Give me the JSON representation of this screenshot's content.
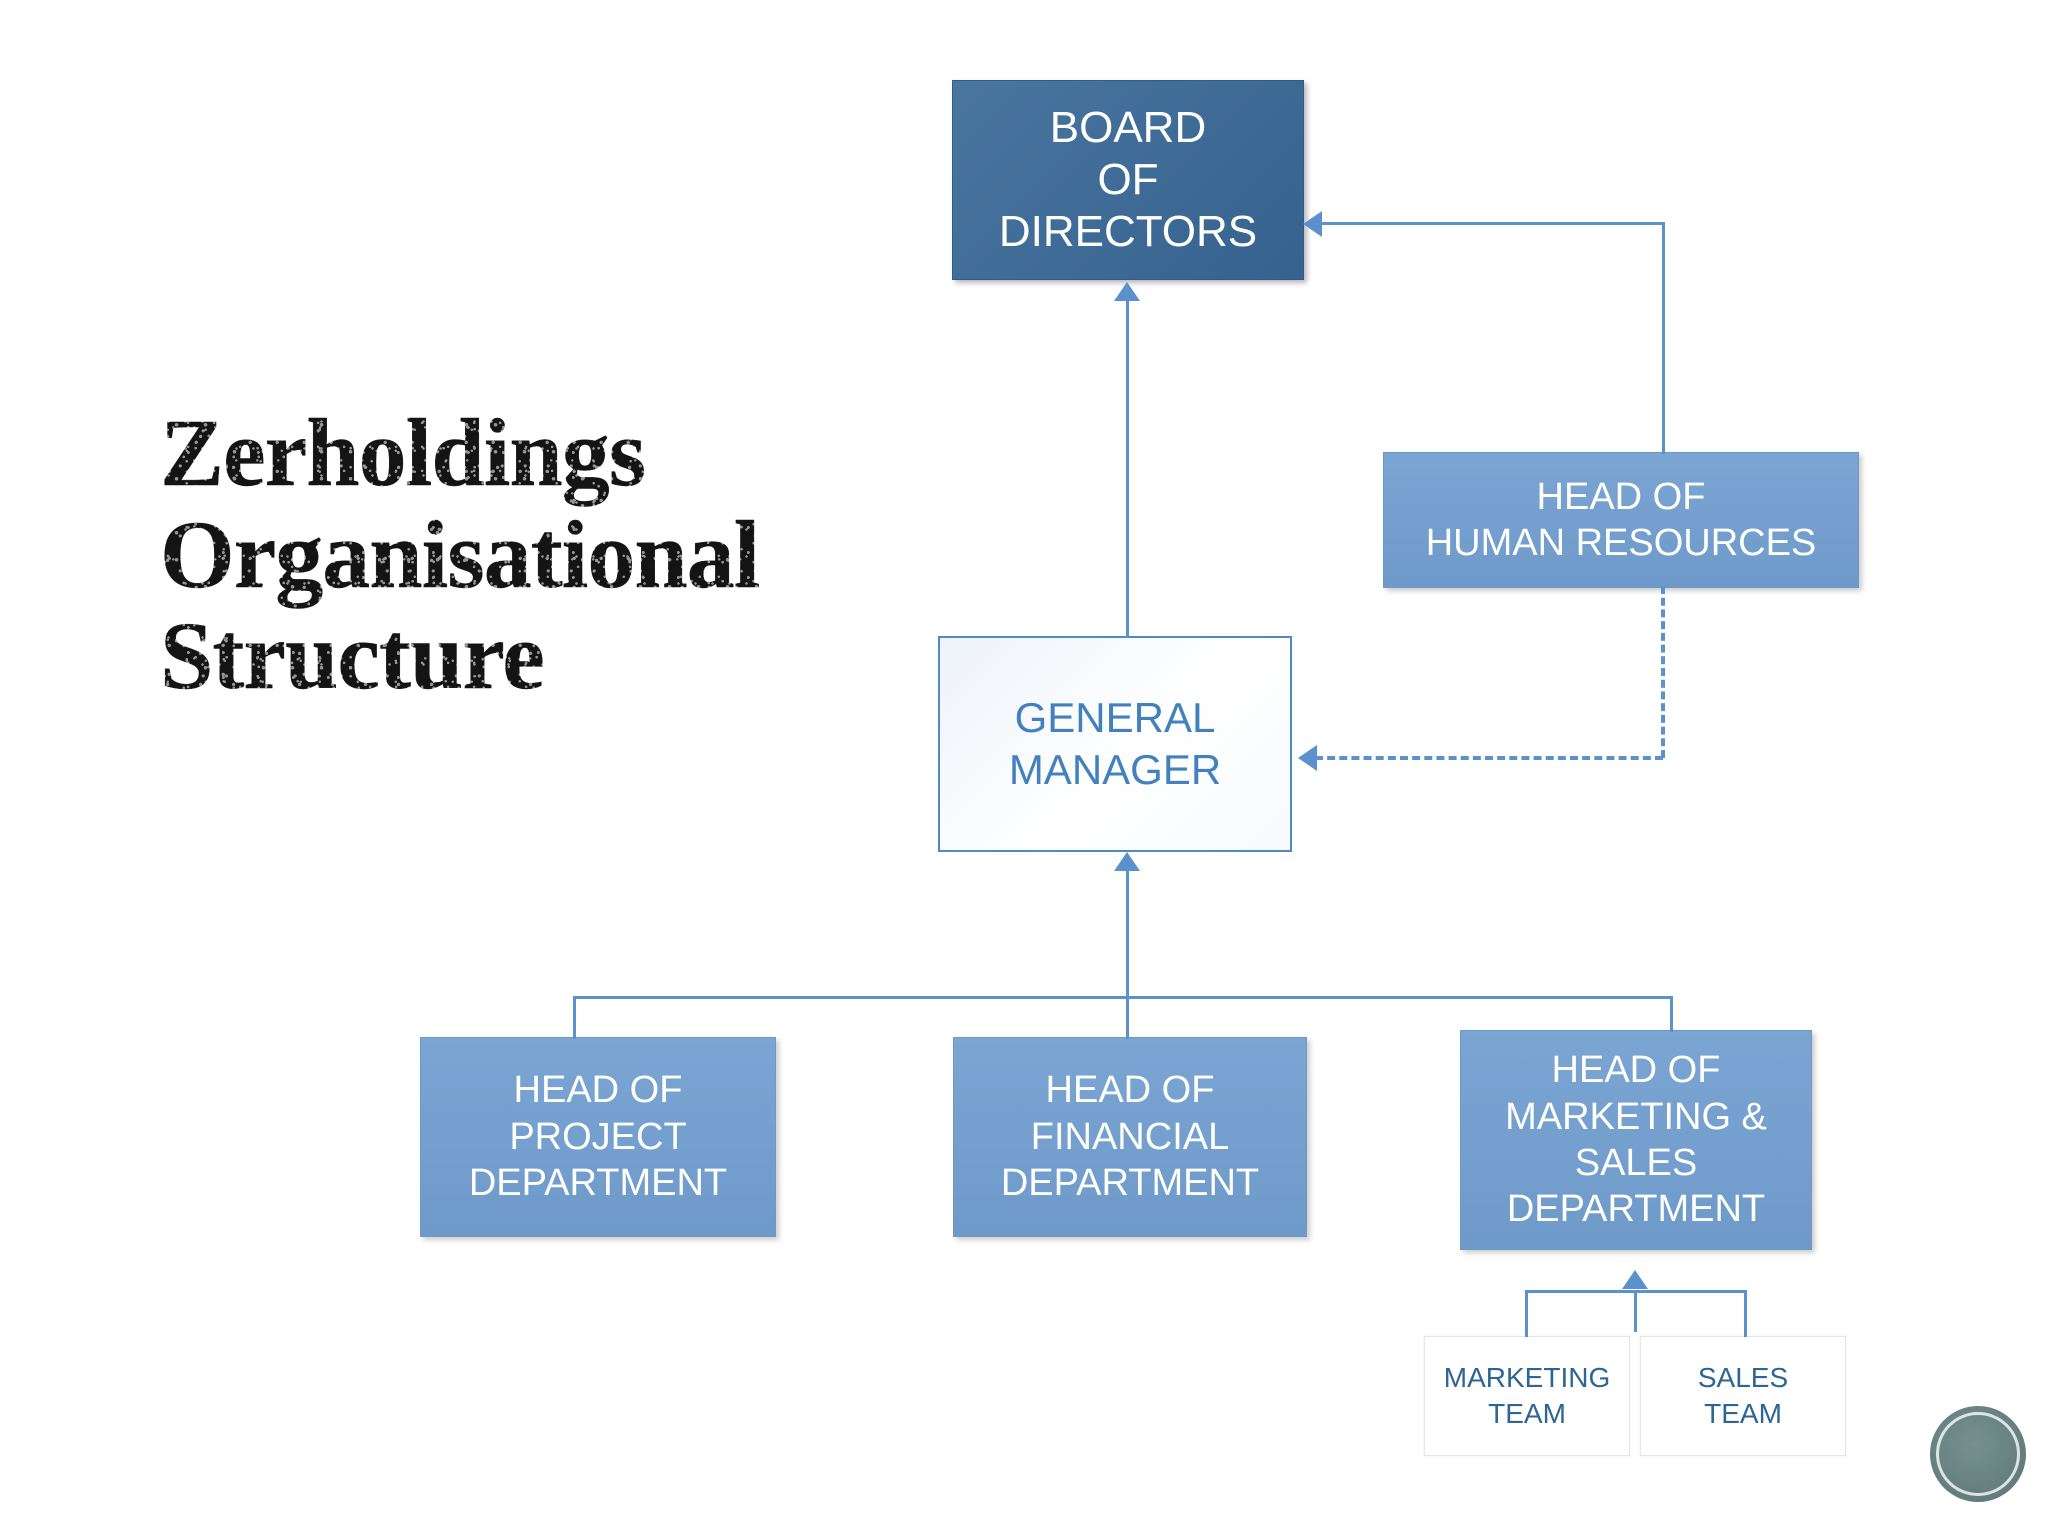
{
  "slide": {
    "title": "Zerholdings\nOrganisational\nStructure",
    "background_color": "#FFFFFF"
  },
  "colors": {
    "board_fill": "#3F6E9B",
    "department_fill": "#75A0CE",
    "manager_fill": "#FFFFFF",
    "manager_border": "#4F8AC4",
    "manager_text": "#4281BE",
    "team_text": "#2E6593",
    "connector": "#5B92CD",
    "box_text": "#FFFFFF",
    "title_text": "#141414",
    "watermark": "#5D7A79"
  },
  "chart_data": {
    "type": "org-chart",
    "title": "Zerholdings Organisational Structure",
    "nodes": [
      {
        "id": "board",
        "label": "BOARD\nOF\nDIRECTORS",
        "level": 0,
        "style": "board"
      },
      {
        "id": "hr",
        "label": "HEAD OF\nHUMAN RESOURCES",
        "level": 1,
        "style": "department"
      },
      {
        "id": "gm",
        "label": "GENERAL\nMANAGER",
        "level": 1,
        "style": "manager"
      },
      {
        "id": "project",
        "label": "HEAD OF\nPROJECT\nDEPARTMENT",
        "level": 2,
        "style": "department"
      },
      {
        "id": "financial",
        "label": "HEAD OF\nFINANCIAL\nDEPARTMENT",
        "level": 2,
        "style": "department"
      },
      {
        "id": "marketing",
        "label": "HEAD OF\nMARKETING &\nSALES\nDEPARTMENT",
        "level": 2,
        "style": "department"
      },
      {
        "id": "mkt_team",
        "label": "MARKETING\nTEAM",
        "level": 3,
        "style": "team"
      },
      {
        "id": "sales_team",
        "label": "SALES\nTEAM",
        "level": 3,
        "style": "team"
      }
    ],
    "edges": [
      {
        "from": "gm",
        "to": "board",
        "line": "solid",
        "arrow": "up"
      },
      {
        "from": "hr",
        "to": "board",
        "line": "solid",
        "arrow": "left"
      },
      {
        "from": "hr",
        "to": "gm",
        "line": "dashed",
        "arrow": "left"
      },
      {
        "from": "project",
        "to": "gm",
        "line": "solid",
        "arrow": "up"
      },
      {
        "from": "financial",
        "to": "gm",
        "line": "solid",
        "arrow": "up"
      },
      {
        "from": "marketing",
        "to": "gm",
        "line": "solid",
        "arrow": "up"
      },
      {
        "from": "mkt_team",
        "to": "marketing",
        "line": "solid",
        "arrow": "up"
      },
      {
        "from": "sales_team",
        "to": "marketing",
        "line": "solid",
        "arrow": "up"
      }
    ]
  },
  "boxes": {
    "board": {
      "label": "BOARD\nOF\nDIRECTORS"
    },
    "hr": {
      "label": "HEAD OF\nHUMAN RESOURCES"
    },
    "gm": {
      "label": "GENERAL\nMANAGER"
    },
    "project": {
      "label": "HEAD OF\nPROJECT\nDEPARTMENT"
    },
    "financial": {
      "label": "HEAD OF\nFINANCIAL\nDEPARTMENT"
    },
    "marketing": {
      "label": "HEAD OF\nMARKETING &\nSALES\nDEPARTMENT"
    },
    "mkt_team": {
      "label": "MARKETING\nTEAM"
    },
    "sales_team": {
      "label": "SALES\nTEAM"
    }
  }
}
